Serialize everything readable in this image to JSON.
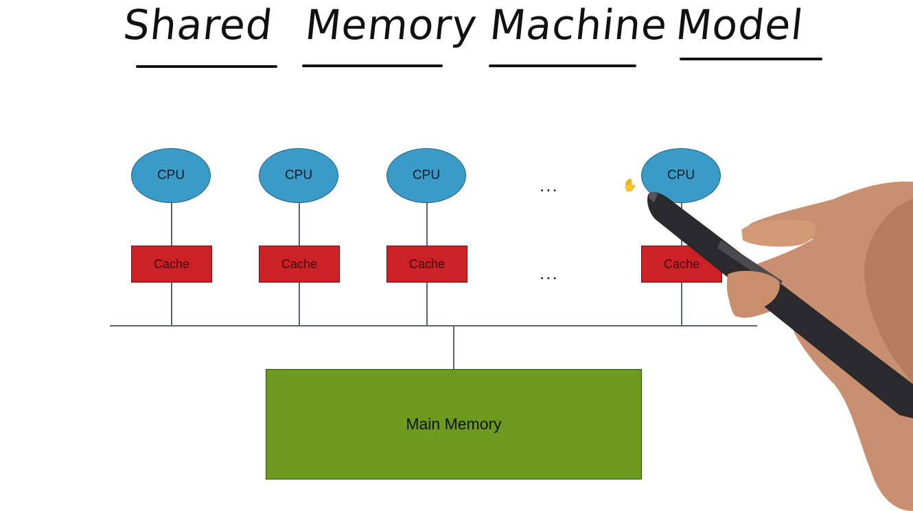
{
  "title": {
    "words": [
      "Shared",
      "Memory",
      "Machine",
      "Model"
    ]
  },
  "diagram": {
    "cpu_label": "CPU",
    "cache_label": "Cache",
    "ellipsis": "...",
    "memory_label": "Main Memory"
  },
  "colors": {
    "cpu": "#3a9bc8",
    "cache": "#cc2027",
    "memory": "#6b9a1f",
    "lines": "#5a6470"
  },
  "icons": {
    "cursor": "hand-cursor-icon"
  }
}
